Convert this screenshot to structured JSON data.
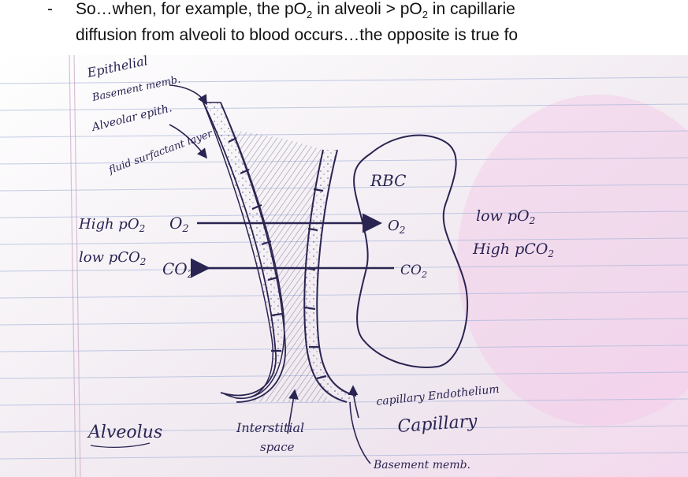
{
  "header": {
    "dash": "-",
    "line1_pre": "So…when, for example, the pO",
    "line1_sub1": "2",
    "line1_mid": " in alveoli > pO",
    "line1_sub2": "2",
    "line1_post": " in capillarie",
    "line2": "diffusion from alveoli to blood occurs…the opposite is true fo"
  },
  "diagram": {
    "labels": {
      "epithelial": "Epithelial",
      "basement": "Basement memb.",
      "alveolar_epith": "Alveolar epith.",
      "fluid_layer": "fluid surfactant layer",
      "rbc": "RBC",
      "high_po2": "High pO",
      "high_po2_sub": "2",
      "o2_left": "O",
      "o2_left_sub": "2",
      "low_pco2": "low pCO",
      "low_pco2_sub": "2",
      "co2_left": "CO",
      "co2_left_sub": "2",
      "o2_right": "O",
      "o2_right_sub": "2",
      "co2_right": "CO",
      "co2_right_sub": "2",
      "low_po2_right": "low pO",
      "low_po2_right_sub": "2",
      "high_pco2_right": "High pCO",
      "high_pco2_right_sub": "2",
      "capillary_endothelium": "capillary Endothelium",
      "capillary": "Capillary",
      "alveolus": "Alveolus",
      "interstitial": "Interstitial",
      "space": "space",
      "basement_bottom": "Basement memb."
    },
    "colors": {
      "ink": "#2a2452",
      "paper": "#f3eef2",
      "rule_line": "#a9b6da",
      "margin_line": "#c9a7c6"
    }
  }
}
